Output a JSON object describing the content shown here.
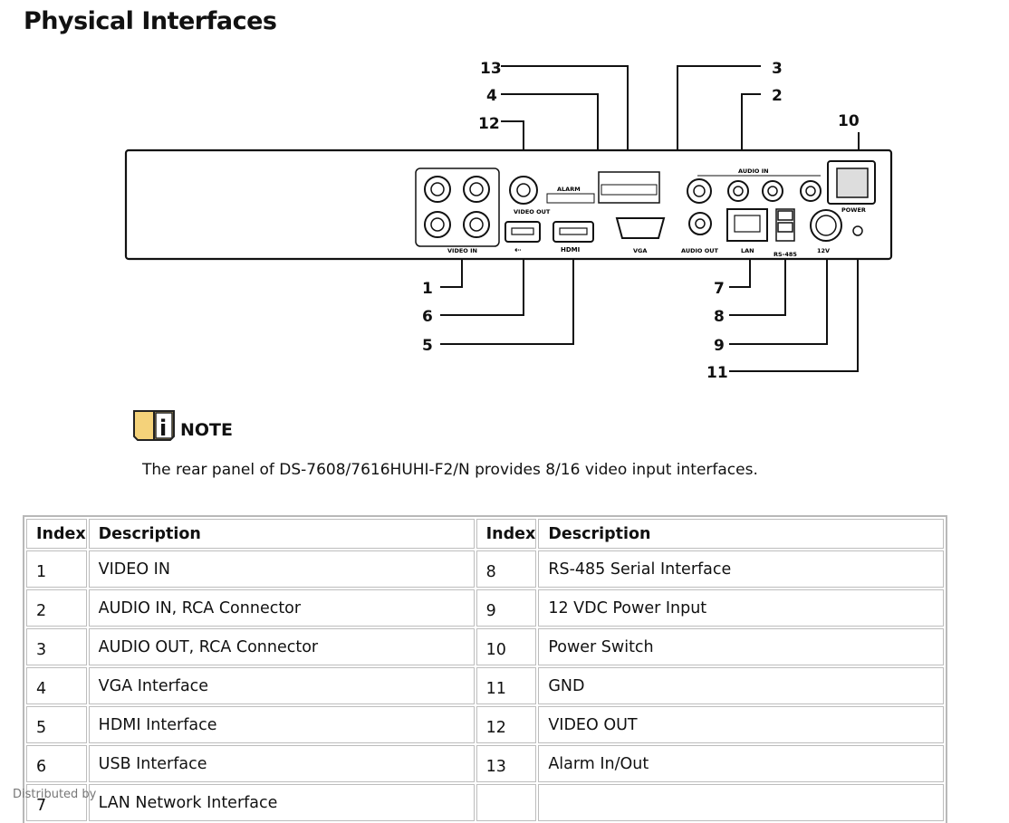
{
  "title": "Physical Interfaces",
  "panel_labels": {
    "video_in": "VIDEO IN",
    "video_out": "VIDEO OUT",
    "alarm": "ALARM",
    "hdmi": "HDMI",
    "vga": "VGA",
    "audio_in": "AUDIO IN",
    "audio_out": "AUDIO OUT",
    "lan": "LAN",
    "rs485": "RS-485",
    "power_in": "12V",
    "power": "POWER"
  },
  "callouts": [
    "1",
    "2",
    "3",
    "4",
    "5",
    "6",
    "7",
    "8",
    "9",
    "10",
    "11",
    "12",
    "13"
  ],
  "note": {
    "label": "NOTE",
    "text": "The rear panel of DS-7608/7616HUHI-F2/N provides 8/16 video input interfaces."
  },
  "table": {
    "headers": [
      "Index",
      "Description",
      "Index",
      "Description"
    ],
    "rows": [
      [
        "1",
        "VIDEO IN",
        "8",
        "RS-485 Serial Interface"
      ],
      [
        "2",
        "AUDIO IN, RCA Connector",
        "9",
        "12 VDC Power Input"
      ],
      [
        "3",
        "AUDIO OUT, RCA Connector",
        "10",
        "Power Switch"
      ],
      [
        "4",
        "VGA Interface",
        "11",
        "GND"
      ],
      [
        "5",
        "HDMI Interface",
        "12",
        "VIDEO OUT"
      ],
      [
        "6",
        "USB Interface",
        "13",
        "Alarm In/Out"
      ],
      [
        "7",
        "LAN Network Interface",
        "",
        ""
      ]
    ]
  },
  "footer": "Distributed by"
}
